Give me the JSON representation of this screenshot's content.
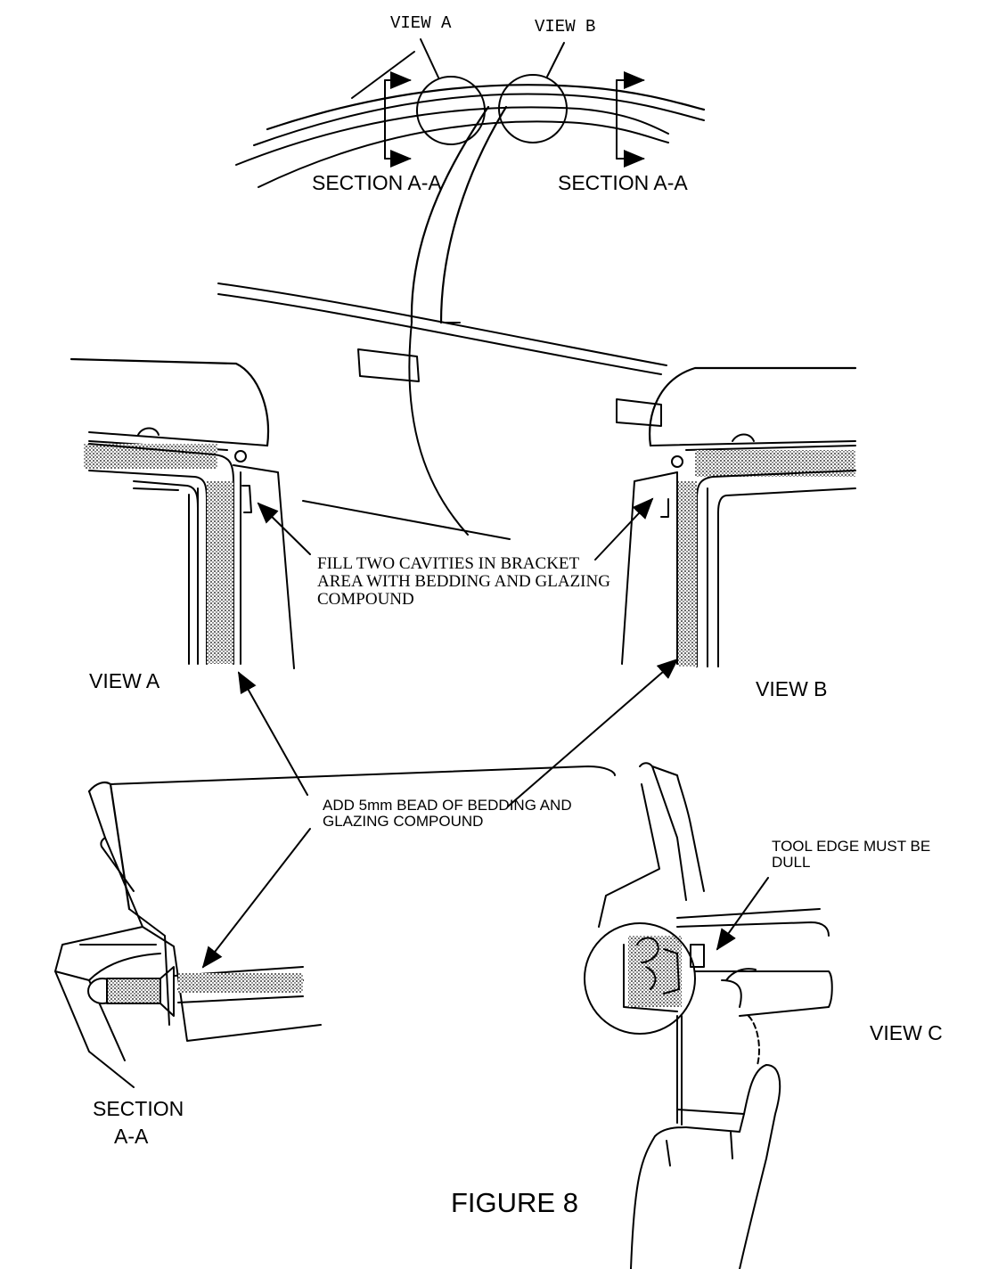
{
  "labels": {
    "view_a_top": "VIEW A",
    "view_b_top": "VIEW B",
    "section_left": "SECTION A-A",
    "section_right": "SECTION A-A",
    "fill_note": "FILL TWO CAVITIES IN BRACKET AREA WITH BEDDING AND GLAZING COMPOUND",
    "view_a": "VIEW A",
    "view_b": "VIEW B",
    "bead_note": "ADD 5mm BEAD OF BEDDING AND GLAZING COMPOUND",
    "tool_note": "TOOL EDGE MUST BE DULL",
    "view_c": "VIEW C",
    "section_bottom_1": "SECTION",
    "section_bottom_2": "A-A",
    "figure": "FIGURE 8"
  },
  "colors": {
    "ink": "#000000",
    "paper": "#ffffff",
    "compound": "#6b6b6b"
  }
}
